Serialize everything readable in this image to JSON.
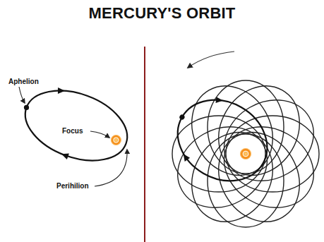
{
  "diagram": {
    "title": "MERCURY'S ORBIT",
    "labels": [
      "Aphelion",
      "Focus",
      "Perihilion"
    ]
  }
}
